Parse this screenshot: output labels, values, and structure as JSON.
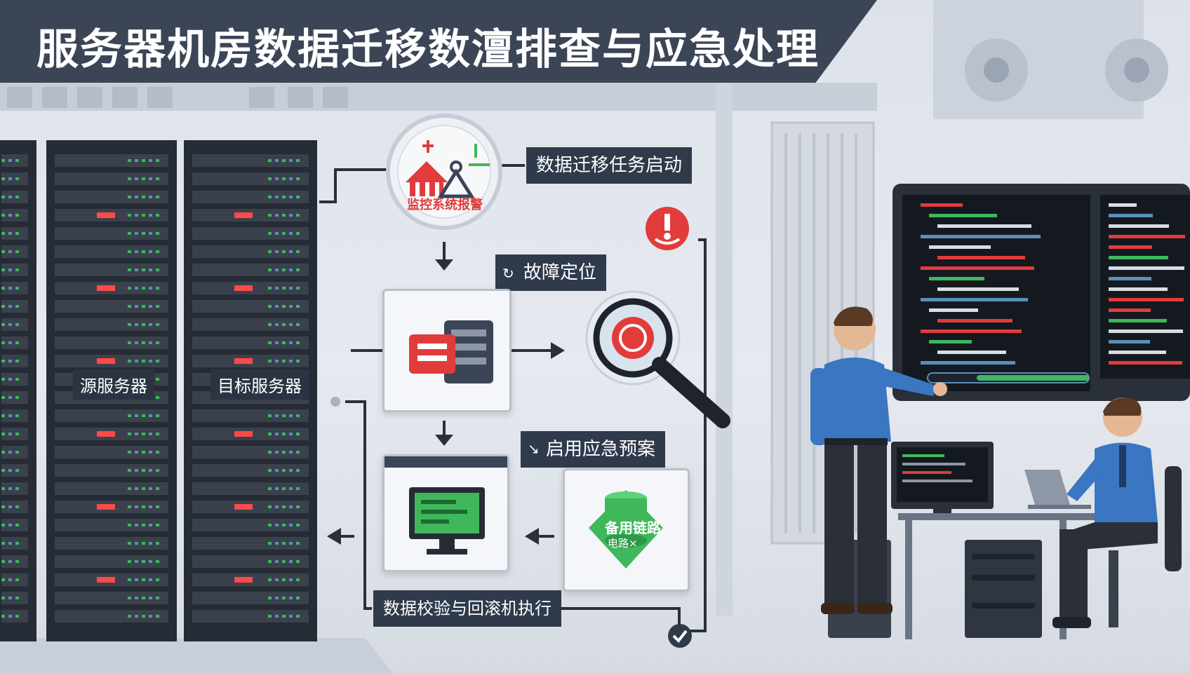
{
  "title": "服务器机房数据迁移数澶排查与应急处理",
  "servers": {
    "source_label": "源服务器",
    "target_label": "目标服务器"
  },
  "flow": {
    "monitor_alert": "监控系统报警",
    "step_start": "数据迁移任务启动",
    "step_locate": "故障定位",
    "step_emergency": "启用应急预案",
    "backup_link": "备用链路",
    "backup_sub": "电路×",
    "step_verify": "数据校验与回滚机执行"
  },
  "colors": {
    "banner": "#3b4556",
    "label_bg": "#2f3a4b",
    "alert_red": "#e23b3b",
    "ok_green": "#3fb85c",
    "rack": "#262c36"
  }
}
